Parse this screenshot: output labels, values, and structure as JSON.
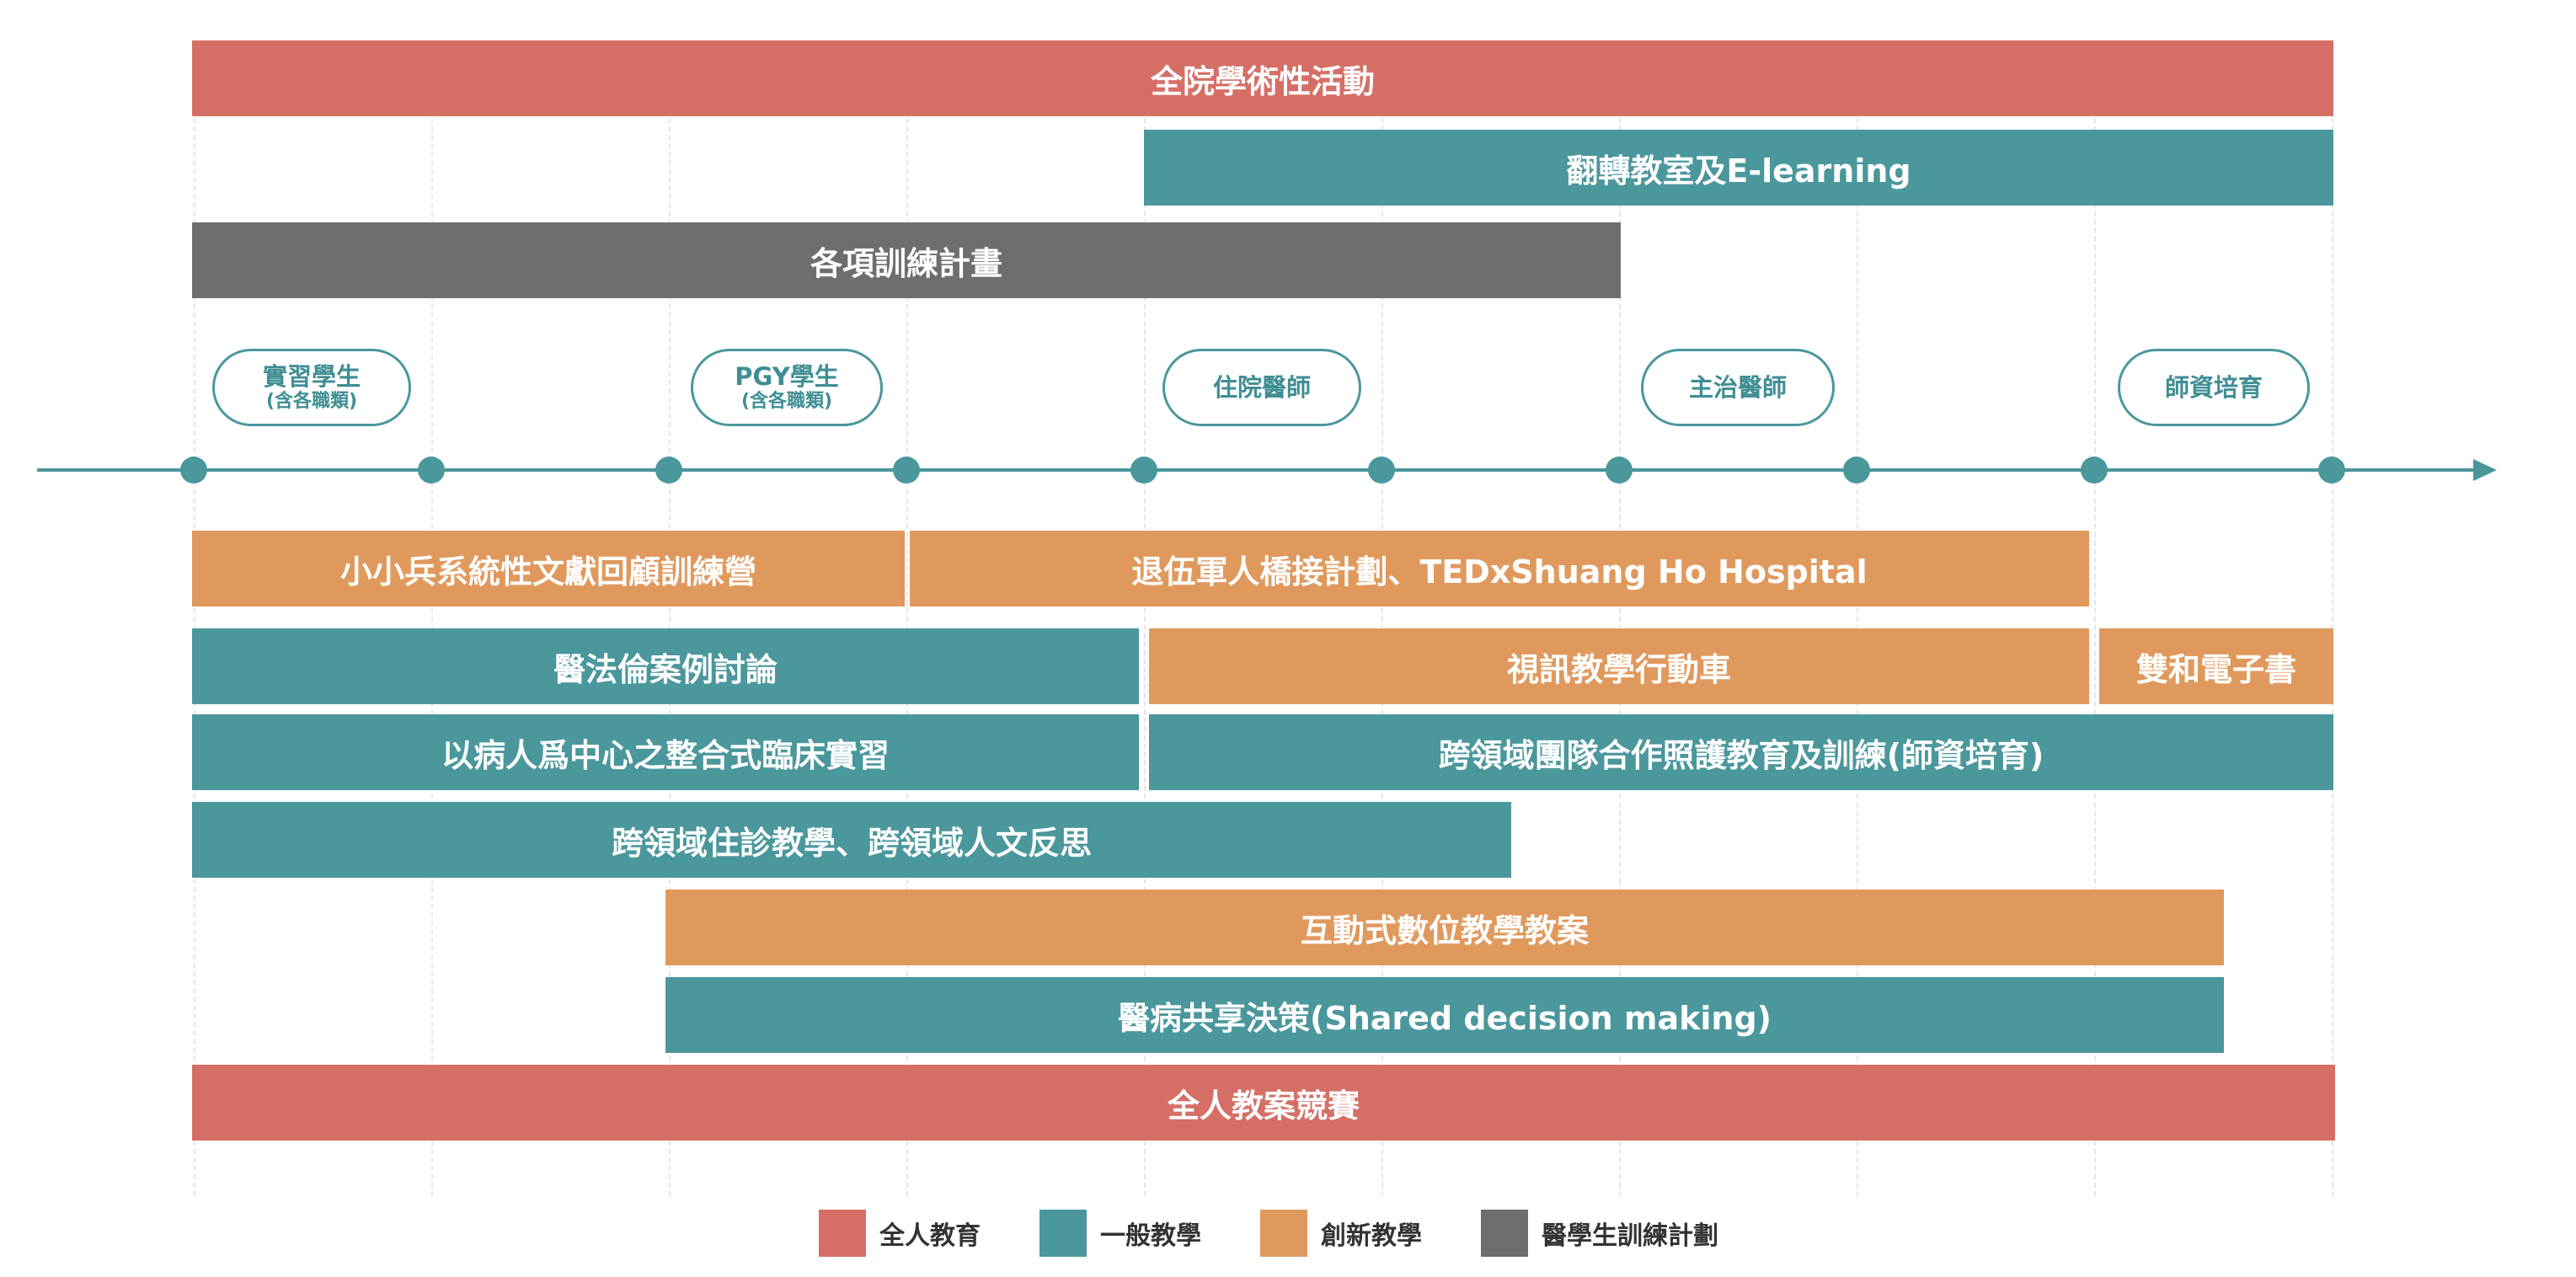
{
  "colors": {
    "全人教育": "#d56f66",
    "一般教學": "#4a979c",
    "創新教學": "#e0995d",
    "醫學生訓練計劃": "#6e6e6e"
  },
  "stages": [
    {
      "line1": "實習學生",
      "line2": "(含各職類)"
    },
    {
      "line1": "PGY學生",
      "line2": "(含各職類)"
    },
    {
      "line1": "住院醫師",
      "line2": ""
    },
    {
      "line1": "主治醫師",
      "line2": ""
    },
    {
      "line1": "師資培育",
      "line2": ""
    }
  ],
  "bars_top": [
    {
      "label": "全院學術性活動",
      "category": "全人教育"
    },
    {
      "label": "翻轉教室及E-learning",
      "category": "一般教學"
    },
    {
      "label": "各項訓練計畫",
      "category": "醫學生訓練計劃"
    }
  ],
  "bars_bottom": [
    {
      "label": "小小兵系統性文獻回顧訓練營",
      "category": "創新教學"
    },
    {
      "label": "退伍軍人橋接計劃、TEDxShuang Ho Hospital",
      "category": "創新教學"
    },
    {
      "label": "醫法倫案例討論",
      "category": "一般教學"
    },
    {
      "label": "視訊教學行動車",
      "category": "創新教學"
    },
    {
      "label": "雙和電子書",
      "category": "創新教學"
    },
    {
      "label": "以病人爲中心之整合式臨床實習",
      "category": "一般教學"
    },
    {
      "label": "跨領域團隊合作照護教育及訓練(師資培育)",
      "category": "一般教學"
    },
    {
      "label": "跨領域住診教學、跨領域人文反思",
      "category": "一般教學"
    },
    {
      "label": "互動式數位教學教案",
      "category": "創新教學"
    },
    {
      "label": "醫病共享決策(Shared decision making)",
      "category": "一般教學"
    },
    {
      "label": "全人教案競賽",
      "category": "全人教育"
    }
  ],
  "legend": [
    {
      "label": "全人教育",
      "color": "#d56f66"
    },
    {
      "label": "一般教學",
      "color": "#4a979c"
    },
    {
      "label": "創新教學",
      "color": "#e0995d"
    },
    {
      "label": "醫學生訓練計劃",
      "color": "#6e6e6e"
    }
  ]
}
